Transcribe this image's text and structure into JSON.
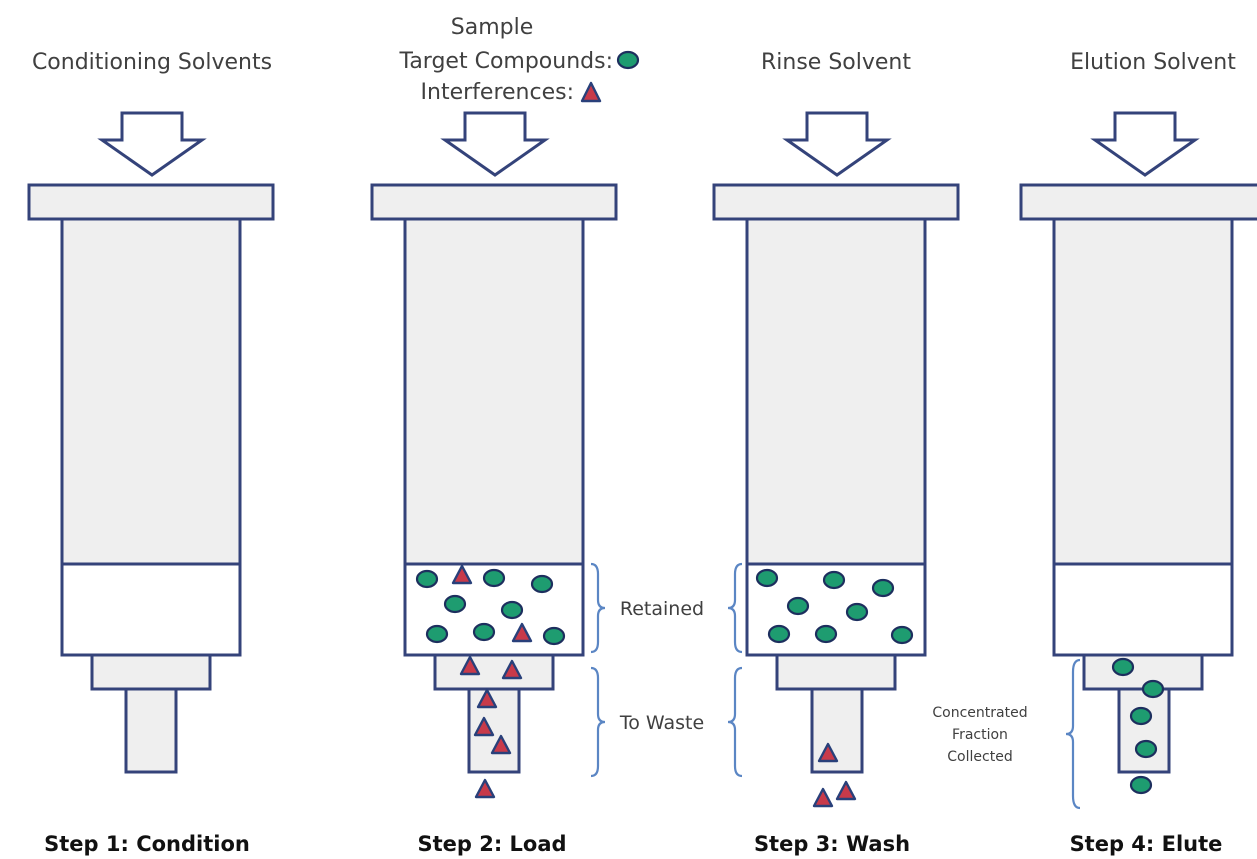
{
  "columns": [
    {
      "solvent_label": "Conditioning Solvents",
      "step_label": "Step 1: Condition"
    },
    {
      "solvent_label_lines": [
        "Sample",
        "Target Compounds:",
        "Interferences:"
      ],
      "step_label": "Step 2: Load"
    },
    {
      "solvent_label": "Rinse Solvent",
      "step_label": "Step 3: Wash"
    },
    {
      "solvent_label": "Elution Solvent",
      "step_label": "Step 4: Elute"
    }
  ],
  "brackets": {
    "retained": "Retained",
    "to_waste": "To Waste",
    "collected_lines": [
      "Concentrated",
      "Fraction",
      "Collected"
    ]
  },
  "legend": {
    "target_symbol": "green-circle",
    "interference_symbol": "red-triangle"
  },
  "colors": {
    "outline": "#34437a",
    "tube_fill": "#efefef",
    "target_compound": "#1e9c70",
    "interference": "#c83a4a",
    "bracket": "#5b86c4"
  }
}
